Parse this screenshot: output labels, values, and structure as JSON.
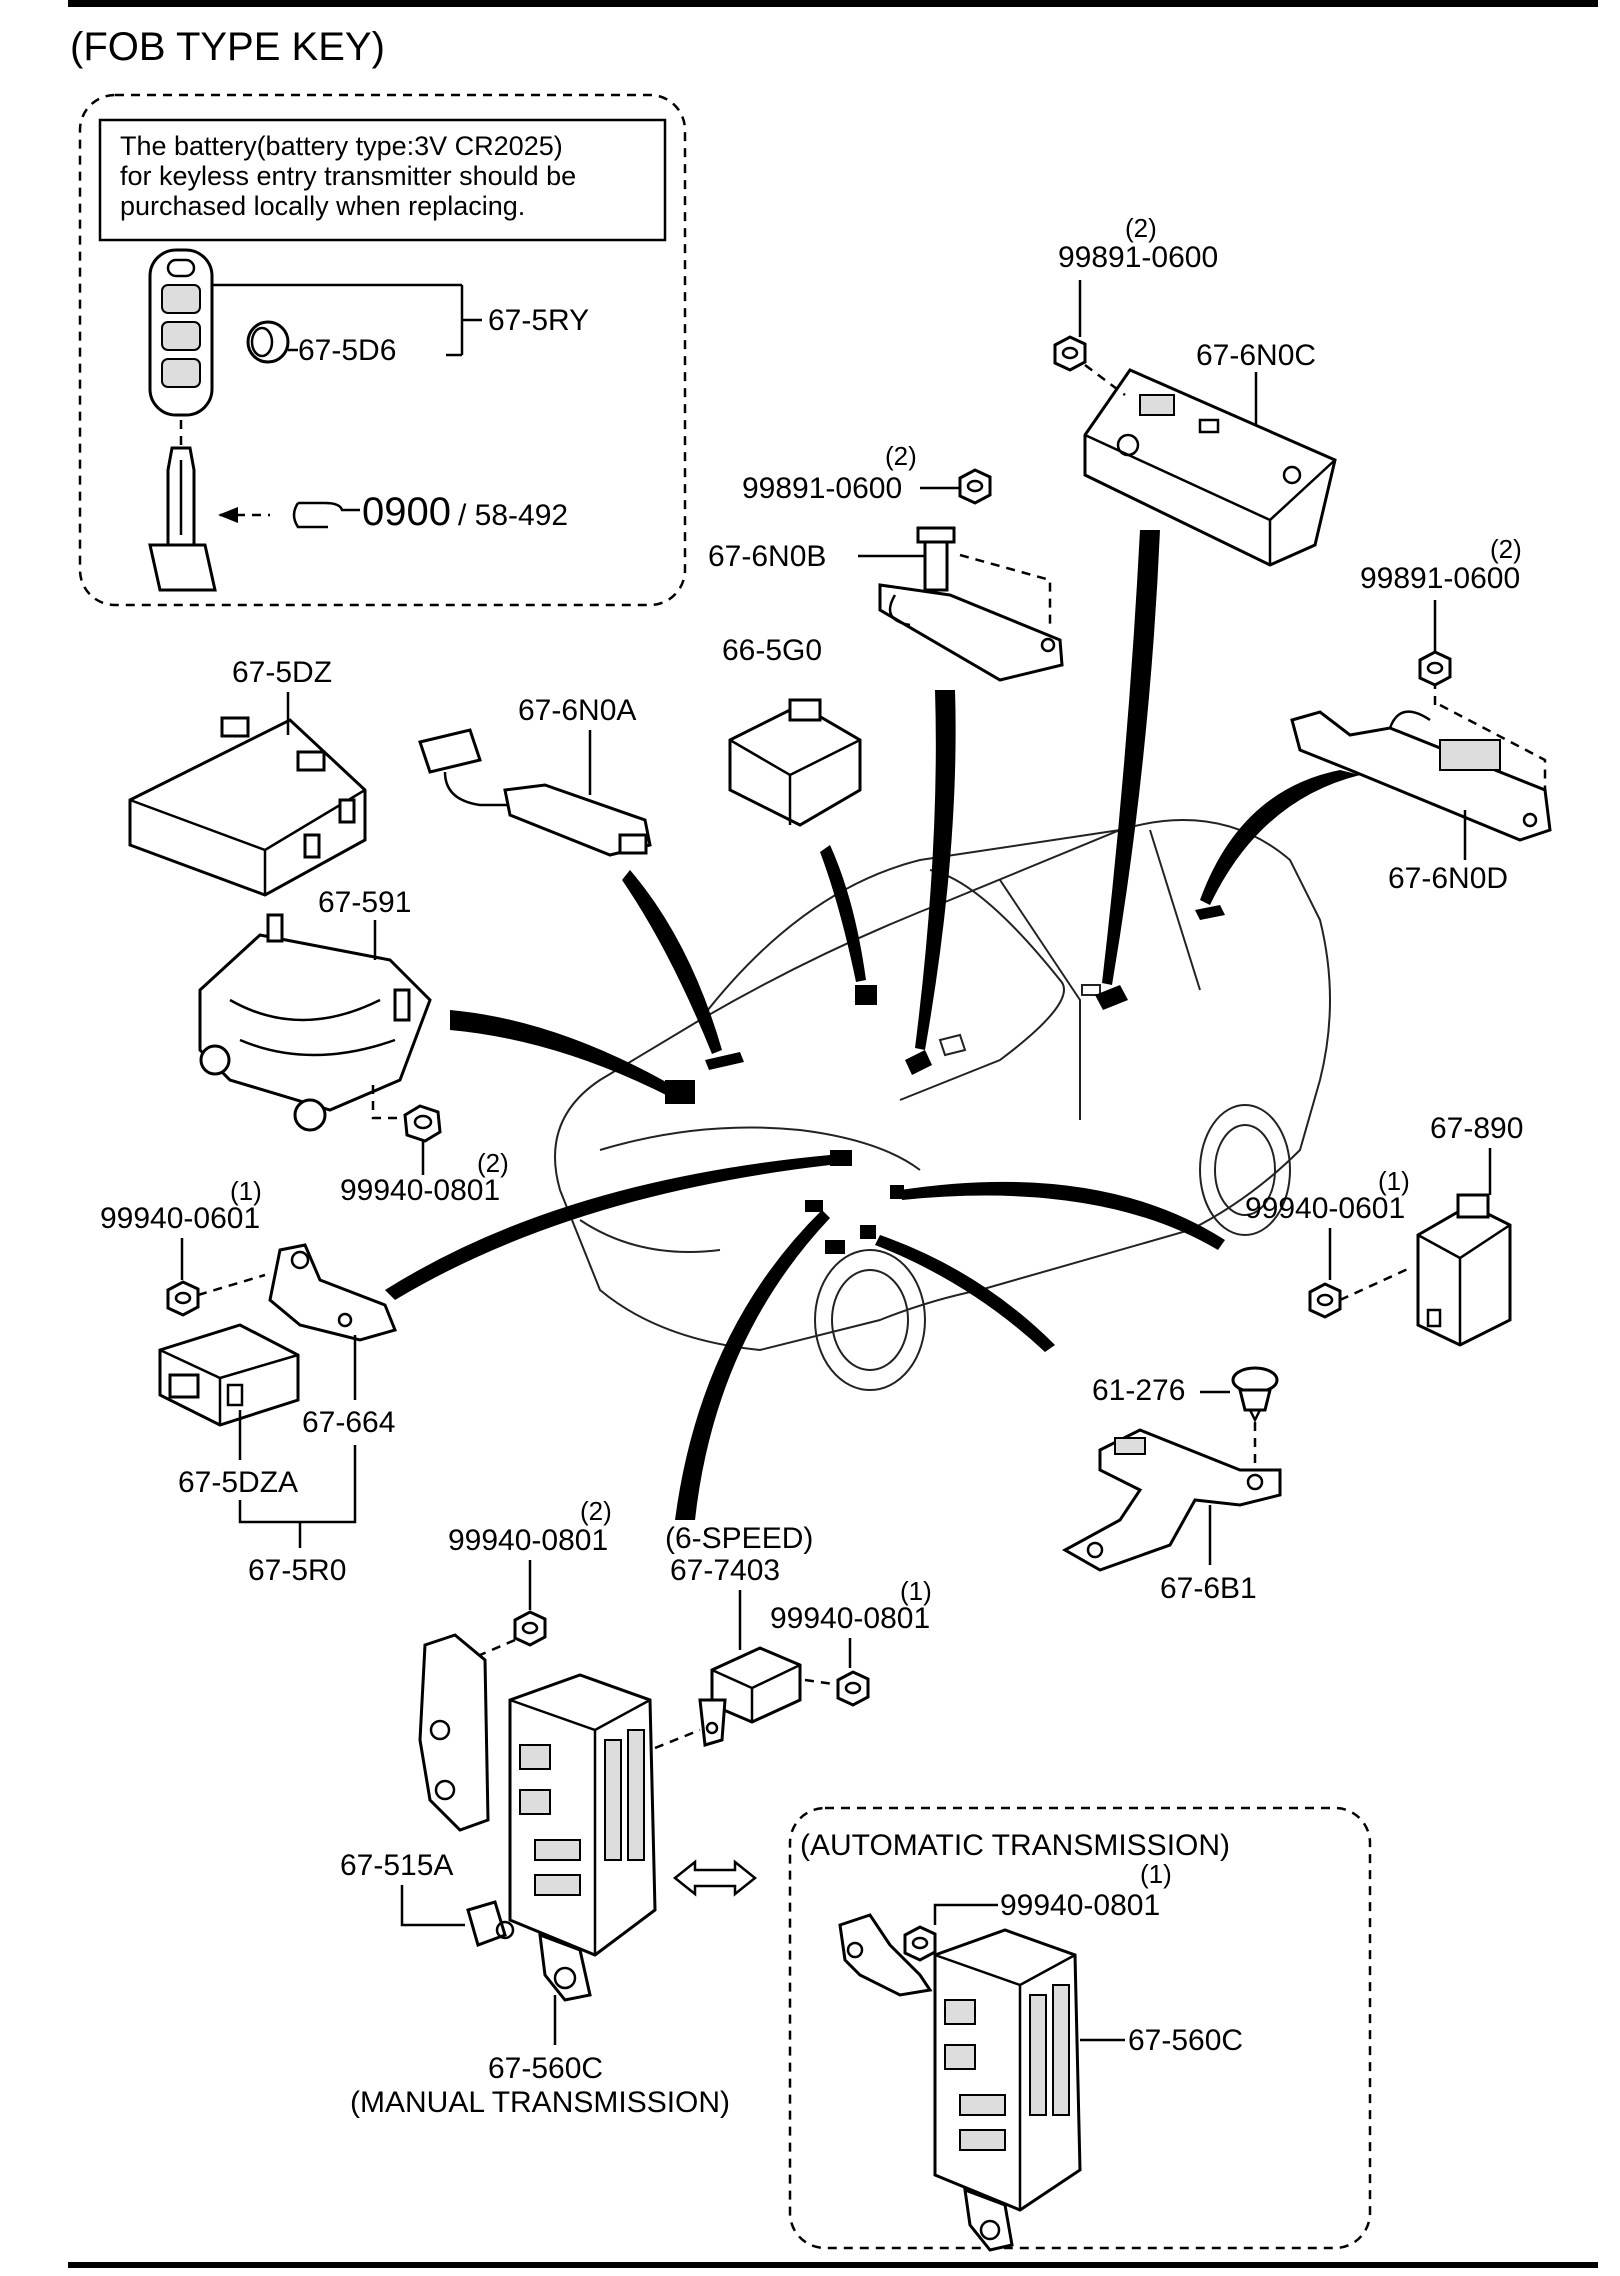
{
  "title": "(FOB TYPE KEY)",
  "note": {
    "line1": "The battery(battery type:3V CR2025)",
    "line2": "for keyless entry transmitter should be",
    "line3": "purchased locally when replacing."
  },
  "key_labels": {
    "assembly": "67-5RY",
    "battery": "67-5D6",
    "ref_code": "0900",
    "ref_page": "/ 58-492"
  },
  "parts": {
    "nut_n0c": "99891-0600",
    "nut_n0c_qty": "(2)",
    "n0c": "67-6N0C",
    "nut_n0b": "99891-0600",
    "nut_n0b_qty": "(2)",
    "n0b": "67-6N0B",
    "nut_n0d": "99891-0600",
    "nut_n0d_qty": "(2)",
    "g0": "66-5G0",
    "dz": "67-5DZ",
    "n0a": "67-6N0A",
    "n0d": "67-6N0D",
    "bracket_591": "67-591",
    "nut_591": "99940-0801",
    "nut_591_qty": "(2)",
    "nut_664": "99940-0601",
    "nut_664_qty": "(1)",
    "p890": "67-890",
    "nut_890": "99940-0601",
    "nut_890_qty": "(1)",
    "clip_276": "61-276",
    "bracket_664": "67-664",
    "dza": "67-5DZA",
    "r0": "67-5R0",
    "b1": "67-6B1",
    "nut_560": "99940-0801",
    "nut_560_qty": "(2)",
    "six_speed": "(6-SPEED)",
    "relay_7403": "67-7403",
    "nut_7403": "99940-0801",
    "nut_7403_qty": "(1)",
    "auto_title": "(AUTOMATIC TRANSMISSION)",
    "nut_auto": "99940-0801",
    "nut_auto_qty": "(1)",
    "screw_515a": "67-515A",
    "box_auto": "67-560C",
    "box_manual": "67-560C",
    "manual_title": "(MANUAL TRANSMISSION)"
  }
}
